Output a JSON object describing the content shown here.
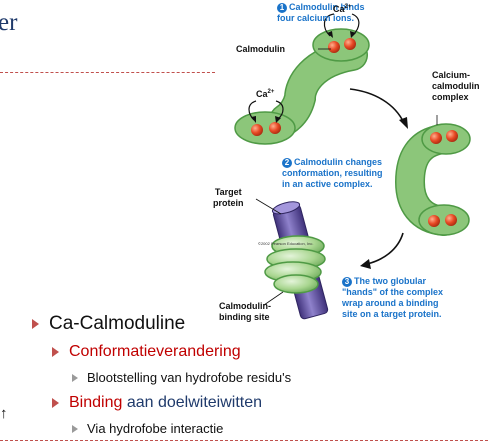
{
  "slide": {
    "title_fragment": "er",
    "left_marker": "↑",
    "bullets": {
      "b1": "Ca-Calmoduline",
      "b2": "Conformatieverandering",
      "b3": "Blootstelling van hydrofobe residu's",
      "b4_part1": "Binding",
      "b4_part2": "aan doelwiteiwitten",
      "b5": "Via hydrofobe interactie"
    }
  },
  "figure": {
    "step1_num": "1",
    "step1_line1": "Calmodulin binds",
    "step1_line2": "four calcium ions.",
    "step2_num": "2",
    "step2_line1": "Calmodulin changes",
    "step2_line2": "conformation, resulting",
    "step2_line3": "in an active complex.",
    "step3_num": "3",
    "step3_line1": "The two globular",
    "step3_line2": "\"hands\" of the complex",
    "step3_line3": "wrap around a binding",
    "step3_line4": "site on a target protein.",
    "calmodulin_label": "Calmodulin",
    "complex_line1": "Calcium-",
    "complex_line2": "calmodulin",
    "complex_line3": "complex",
    "target_line1": "Target",
    "target_line2": "protein",
    "binding_line1": "Calmodulin-",
    "binding_line2": "binding site",
    "ca_text": "Ca",
    "ca_charge": "2+",
    "copyright": "©2002 Pearson Education, Inc.",
    "colors": {
      "protein_green": "#8cc67a",
      "protein_edge": "#4f9a45",
      "ion_red": "#e84a25",
      "step_blue": "#1a73c9",
      "target_purple": "#6f5fb0",
      "title_blue": "#1f3a6b",
      "bullet_red": "#c00000"
    }
  }
}
